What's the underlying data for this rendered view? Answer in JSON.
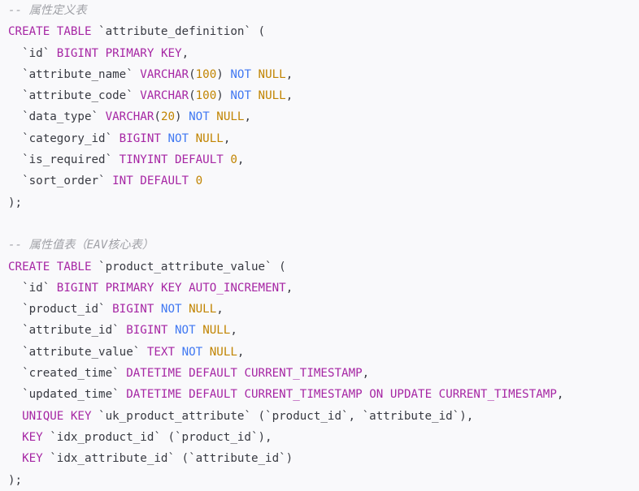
{
  "language": "sql",
  "lines": [
    [
      [
        "c",
        "-- 属性定义表"
      ]
    ],
    [
      [
        "k",
        "CREATE"
      ],
      [
        "p",
        " "
      ],
      [
        "k",
        "TABLE"
      ],
      [
        "p",
        " `attribute_definition` ("
      ]
    ],
    [
      [
        "p",
        "  `id` "
      ],
      [
        "k",
        "BIGINT"
      ],
      [
        "p",
        " "
      ],
      [
        "k",
        "PRIMARY"
      ],
      [
        "p",
        " "
      ],
      [
        "k",
        "KEY"
      ],
      [
        "p",
        ","
      ]
    ],
    [
      [
        "p",
        "  `attribute_name` "
      ],
      [
        "k",
        "VARCHAR"
      ],
      [
        "p",
        "("
      ],
      [
        "n",
        "100"
      ],
      [
        "p",
        ") "
      ],
      [
        "b",
        "NOT"
      ],
      [
        "p",
        " "
      ],
      [
        "n",
        "NULL"
      ],
      [
        "p",
        ","
      ]
    ],
    [
      [
        "p",
        "  `attribute_code` "
      ],
      [
        "k",
        "VARCHAR"
      ],
      [
        "p",
        "("
      ],
      [
        "n",
        "100"
      ],
      [
        "p",
        ") "
      ],
      [
        "b",
        "NOT"
      ],
      [
        "p",
        " "
      ],
      [
        "n",
        "NULL"
      ],
      [
        "p",
        ","
      ]
    ],
    [
      [
        "p",
        "  `data_type` "
      ],
      [
        "k",
        "VARCHAR"
      ],
      [
        "p",
        "("
      ],
      [
        "n",
        "20"
      ],
      [
        "p",
        ") "
      ],
      [
        "b",
        "NOT"
      ],
      [
        "p",
        " "
      ],
      [
        "n",
        "NULL"
      ],
      [
        "p",
        ","
      ]
    ],
    [
      [
        "p",
        "  `category_id` "
      ],
      [
        "k",
        "BIGINT"
      ],
      [
        "p",
        " "
      ],
      [
        "b",
        "NOT"
      ],
      [
        "p",
        " "
      ],
      [
        "n",
        "NULL"
      ],
      [
        "p",
        ","
      ]
    ],
    [
      [
        "p",
        "  `is_required` "
      ],
      [
        "k",
        "TINYINT"
      ],
      [
        "p",
        " "
      ],
      [
        "k",
        "DEFAULT"
      ],
      [
        "p",
        " "
      ],
      [
        "n",
        "0"
      ],
      [
        "p",
        ","
      ]
    ],
    [
      [
        "p",
        "  `sort_order` "
      ],
      [
        "k",
        "INT"
      ],
      [
        "p",
        " "
      ],
      [
        "k",
        "DEFAULT"
      ],
      [
        "p",
        " "
      ],
      [
        "n",
        "0"
      ]
    ],
    [
      [
        "p",
        ");"
      ]
    ],
    [
      [
        "p",
        ""
      ]
    ],
    [
      [
        "c",
        "-- 属性值表（EAV核心表）"
      ]
    ],
    [
      [
        "k",
        "CREATE"
      ],
      [
        "p",
        " "
      ],
      [
        "k",
        "TABLE"
      ],
      [
        "p",
        " `product_attribute_value` ("
      ]
    ],
    [
      [
        "p",
        "  `id` "
      ],
      [
        "k",
        "BIGINT"
      ],
      [
        "p",
        " "
      ],
      [
        "k",
        "PRIMARY"
      ],
      [
        "p",
        " "
      ],
      [
        "k",
        "KEY"
      ],
      [
        "p",
        " "
      ],
      [
        "k",
        "AUTO_INCREMENT"
      ],
      [
        "p",
        ","
      ]
    ],
    [
      [
        "p",
        "  `product_id` "
      ],
      [
        "k",
        "BIGINT"
      ],
      [
        "p",
        " "
      ],
      [
        "b",
        "NOT"
      ],
      [
        "p",
        " "
      ],
      [
        "n",
        "NULL"
      ],
      [
        "p",
        ","
      ]
    ],
    [
      [
        "p",
        "  `attribute_id` "
      ],
      [
        "k",
        "BIGINT"
      ],
      [
        "p",
        " "
      ],
      [
        "b",
        "NOT"
      ],
      [
        "p",
        " "
      ],
      [
        "n",
        "NULL"
      ],
      [
        "p",
        ","
      ]
    ],
    [
      [
        "p",
        "  `attribute_value` "
      ],
      [
        "k",
        "TEXT"
      ],
      [
        "p",
        " "
      ],
      [
        "b",
        "NOT"
      ],
      [
        "p",
        " "
      ],
      [
        "n",
        "NULL"
      ],
      [
        "p",
        ","
      ]
    ],
    [
      [
        "p",
        "  `created_time` "
      ],
      [
        "k",
        "DATETIME"
      ],
      [
        "p",
        " "
      ],
      [
        "k",
        "DEFAULT"
      ],
      [
        "p",
        " "
      ],
      [
        "k",
        "CURRENT_TIMESTAMP"
      ],
      [
        "p",
        ","
      ]
    ],
    [
      [
        "p",
        "  `updated_time` "
      ],
      [
        "k",
        "DATETIME"
      ],
      [
        "p",
        " "
      ],
      [
        "k",
        "DEFAULT"
      ],
      [
        "p",
        " "
      ],
      [
        "k",
        "CURRENT_TIMESTAMP"
      ],
      [
        "p",
        " "
      ],
      [
        "k",
        "ON"
      ],
      [
        "p",
        " "
      ],
      [
        "k",
        "UPDATE"
      ],
      [
        "p",
        " "
      ],
      [
        "k",
        "CURRENT_TIMESTAMP"
      ],
      [
        "p",
        ","
      ]
    ],
    [
      [
        "p",
        "  "
      ],
      [
        "k",
        "UNIQUE"
      ],
      [
        "p",
        " "
      ],
      [
        "k",
        "KEY"
      ],
      [
        "p",
        " `uk_product_attribute` (`product_id`, `attribute_id`),"
      ]
    ],
    [
      [
        "p",
        "  "
      ],
      [
        "k",
        "KEY"
      ],
      [
        "p",
        " `idx_product_id` (`product_id`),"
      ]
    ],
    [
      [
        "p",
        "  "
      ],
      [
        "k",
        "KEY"
      ],
      [
        "p",
        " `idx_attribute_id` (`attribute_id`)"
      ]
    ],
    [
      [
        "p",
        ");"
      ]
    ]
  ]
}
